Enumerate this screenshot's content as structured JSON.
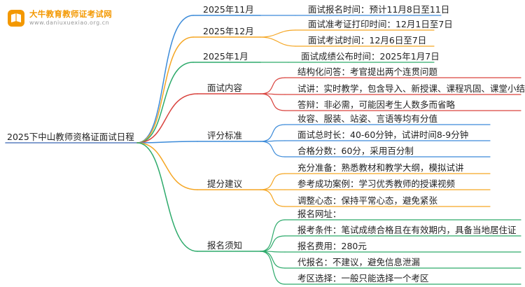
{
  "logo": {
    "title": "大牛教育教师证考试网",
    "url": "www.daniuxuexiao.org.cn"
  },
  "root": {
    "label": "2025下中山教师资格证面试日程"
  },
  "branches": [
    {
      "label": "2025年11月",
      "color": "#3c8bd9",
      "items": [
        "面试报名时间：预计11月8日至11日"
      ]
    },
    {
      "label": "2025年12月",
      "color": "#f5a623",
      "items": [
        "面试准考证打印时间：12月1日至7日",
        "面试考试时间：12月6日至7日"
      ]
    },
    {
      "label": "2025年1月",
      "color": "#2daa6b",
      "items": [
        "面试成绩公布时间：2025年1月7日"
      ]
    },
    {
      "label": "面试内容",
      "color": "#d9433e",
      "items": [
        "结构化问答：考官提出两个连贯问题",
        "试讲：实时教学，包含导入、新授课、课程巩固、课堂小结",
        "答辩：非必需，可能因考生人数多而省略"
      ]
    },
    {
      "label": "评分标准",
      "color": "#3c8bd9",
      "items": [
        "妆容、服装、站姿、言语等均有分值",
        "面试总时长：40-60分钟，试讲时间8-9分钟",
        "合格分数：60分，采用百分制"
      ]
    },
    {
      "label": "提分建议",
      "color": "#f5a623",
      "items": [
        "充分准备：熟悉教材和教学大纲，模拟试讲",
        "参考成功案例：学习优秀教师的授课视频",
        "调整心态：保持平常心态，避免紧张"
      ]
    },
    {
      "label": "报名须知",
      "color": "#2daa6b",
      "items": [
        "报名网址：",
        "报考条件：笔试成绩合格且在有效期内，具备当地居住证",
        "报名费用：280元",
        "代报名：不建议，避免信息泄漏",
        "考区选择：一般只能选择一个考区"
      ]
    }
  ]
}
